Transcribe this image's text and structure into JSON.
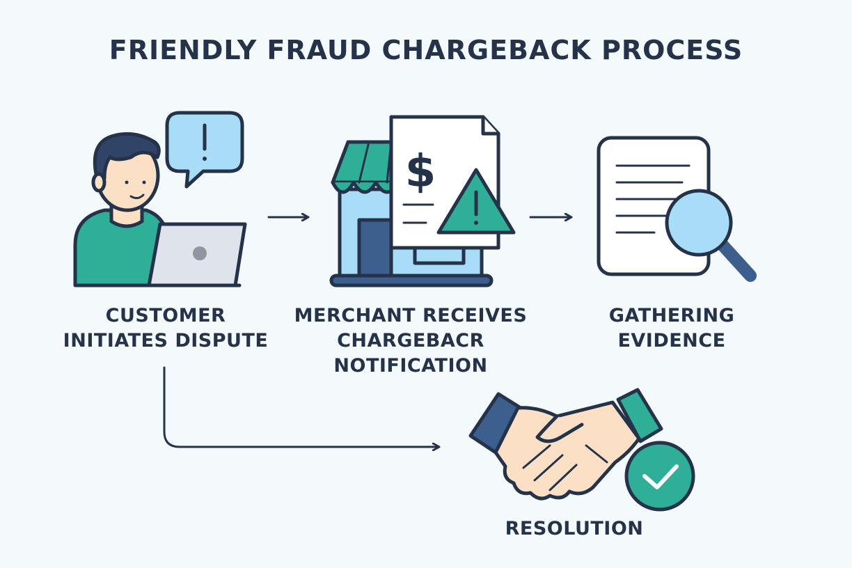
{
  "title": "FRIENDLY FRAUD CHARGEBACK PROCESS",
  "steps": {
    "customer": {
      "line1": "CUSTOMER",
      "line2": "INITIATES DISPUTE",
      "icon": "customer-laptop-icon"
    },
    "merchant": {
      "line1": "MERCHANT RECEIVES",
      "line2": "CHARGEBACR",
      "line3": "NOTIFICATION",
      "icon": "store-chargeback-icon"
    },
    "evidence": {
      "line1": "GATHERING",
      "line2": "EVIDENCE",
      "icon": "document-magnifier-icon"
    },
    "resolution": {
      "line1": "RESOLUTION",
      "icon": "handshake-check-icon"
    }
  },
  "colors": {
    "outline": "#24324a",
    "teal": "#2fae98",
    "light_blue": "#a9dcf7",
    "navy": "#3d5f8e",
    "skin": "#fbe0c6",
    "background": "#f4f9fc"
  }
}
